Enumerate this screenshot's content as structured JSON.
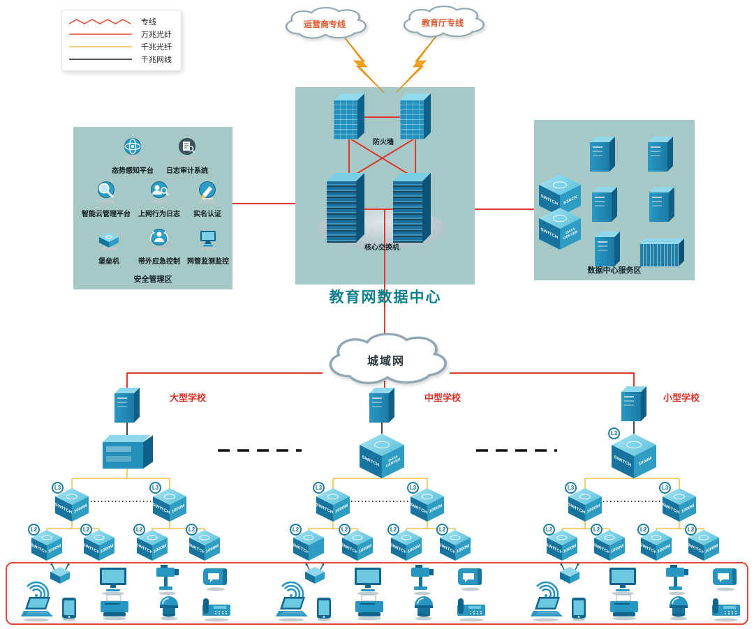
{
  "legend": {
    "items": [
      {
        "label": "专线",
        "color": "#e8472e",
        "style": "zigzag"
      },
      {
        "label": "万兆光纤",
        "color": "#e8472e",
        "style": "solid"
      },
      {
        "label": "千兆光纤",
        "color": "#f2c14e",
        "style": "solid"
      },
      {
        "label": "千兆网线",
        "color": "#1b1b1b",
        "style": "solid"
      }
    ]
  },
  "clouds": {
    "isp": "运营商专线",
    "edu": "教育厅专线",
    "man": "城域网"
  },
  "datacenter": {
    "title": "教育网数据中心",
    "firewall_label": "防火墙",
    "core_switch_label": "核心交换机"
  },
  "security_zone": {
    "title": "安全管理区",
    "items": [
      "态势感知平台",
      "日志审计系统",
      "智能云管理平台",
      "上网行为日志",
      "实名认证",
      "堡垒机",
      "带外应急控制",
      "网管监测监控"
    ]
  },
  "service_zone": {
    "title": "数据中心服务区",
    "stack": "STACK"
  },
  "schools": {
    "large": "大型学校",
    "medium": "中型学校",
    "small": "小型学校"
  },
  "device_labels": {
    "switch": "SWITCH",
    "speed": "1000M",
    "l3": "L3",
    "l2": "L2",
    "data_center": "DATA CENTER"
  },
  "colors": {
    "red_line": "#d93a2b",
    "yellow_line": "#f2c14e",
    "black_line": "#1b1b1b",
    "dashed_line": "#111111",
    "bolt": "#f7a41d",
    "zone_bg": "#a6c9c7",
    "device": "#2796c0"
  }
}
